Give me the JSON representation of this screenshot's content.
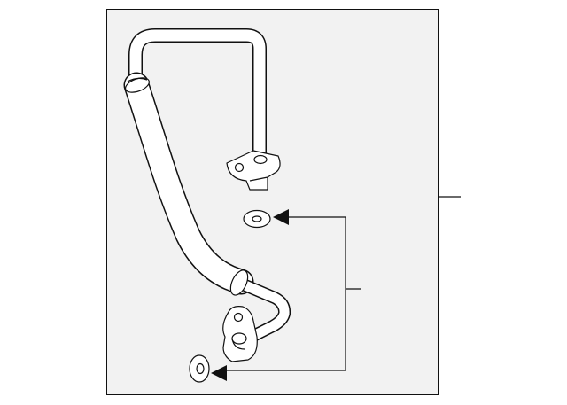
{
  "diagram": {
    "type": "exploded parts diagram",
    "colors": {
      "background": "#ffffff",
      "frame_fill": "#f2f2f2",
      "line": "#111111",
      "part_fill": "#ffffff"
    },
    "parts": [
      {
        "name": "hose-assembly",
        "kind": "refrigerant hose with tube ends and fittings"
      },
      {
        "name": "upper-o-ring",
        "kind": "o-ring"
      },
      {
        "name": "lower-o-ring",
        "kind": "o-ring"
      }
    ],
    "callouts": [
      {
        "name": "assembly-leader",
        "kind": "leader line",
        "points_to": "hose-assembly"
      },
      {
        "name": "o-ring-bracket",
        "kind": "bracket with two arrows",
        "points_to": [
          "upper-o-ring",
          "lower-o-ring"
        ]
      }
    ]
  }
}
